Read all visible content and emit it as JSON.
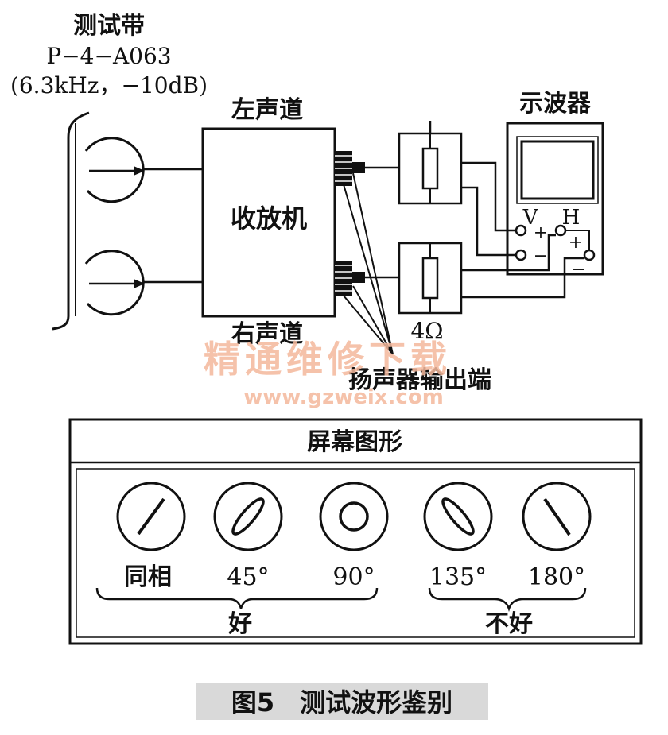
{
  "tape": {
    "title": "测试带",
    "model": "P−4−A063",
    "spec": "(6.3kHz，−10dB)"
  },
  "left_channel_label": "左声道",
  "right_channel_label": "右声道",
  "receiver_label": "收放机",
  "oscilloscope_label": "示波器",
  "scope_v_label": "V",
  "scope_h_label": "H",
  "scope_plus": "+",
  "scope_minus": "−",
  "scope_h_plus": "+",
  "scope_h_minus": "−",
  "resistor_label": "4Ω",
  "speaker_output_label": "扬声器输出端",
  "watermark": {
    "cn": "精通维修下载",
    "url": "www.gzweix.com"
  },
  "screen_panel": {
    "title": "屏幕图形",
    "patterns": [
      {
        "label": "同相",
        "shape": "line-forward"
      },
      {
        "label": "45°",
        "shape": "ellipse-forward"
      },
      {
        "label": "90°",
        "shape": "circle"
      },
      {
        "label": "135°",
        "shape": "ellipse-backward"
      },
      {
        "label": "180°",
        "shape": "line-backward"
      }
    ],
    "good_label": "好",
    "bad_label": "不好"
  },
  "caption": "图5　测试波形鉴别",
  "colors": {
    "ink": "#111111",
    "watermark": "#f4b89c",
    "caption_bg": "#d9d9d9"
  }
}
